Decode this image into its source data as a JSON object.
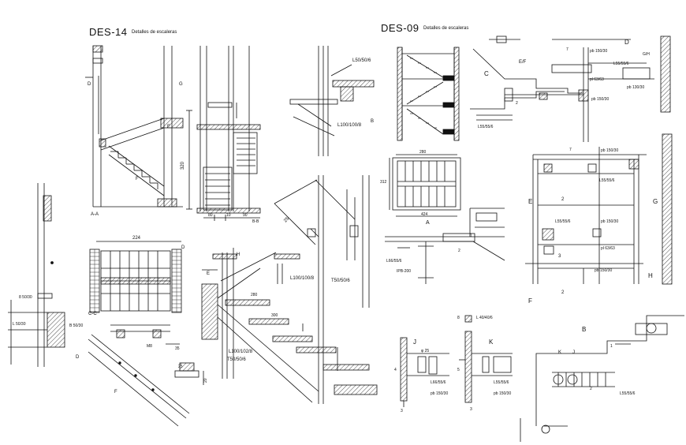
{
  "titles": {
    "des14_code": "DES-14",
    "des14_sub": "Detalles de escaleras",
    "des09_code": "DES-09",
    "des09_sub": "Detalles de escaleras"
  },
  "labels": {
    "l50_50_6": "L50/50/6",
    "l100_100_8_a": "L100/100/8",
    "l100_100_8_b": "L100/100/8",
    "l100_102_8": "L100/102/8",
    "t50_50_6_a": "T50/50/6",
    "t50_50_6_b": "T50/50/6",
    "l50_30_a": "L 50/30",
    "l50_30_b": "8 50/30",
    "l50_30_c": "B 50/30",
    "l55_55_6_a": "L55/55/6",
    "l55_55_6_b": "L55/55/6",
    "l55_55_6_c": "L55/55/6",
    "l55_55_6_d": "L55/55/6",
    "l55_55_6_e": "L55/55/6",
    "pb150_30_a": "pb 150/30",
    "pb150_30_b": "pb 150/30",
    "pb150_30_c": "pb 150/30",
    "pb150_30_d": "pb 150/30",
    "pb150_30_e": "pb 150/30",
    "pb130_30": "pb 130/30",
    "pl63_63_a": "pl 63/63",
    "pl63_63_b": "pl 63/63",
    "l40_40_6": "L 40/40/6",
    "l66_55_6": "L66/55/6",
    "l66_55_6_b": "L66/55/6",
    "ipb200": "IPB-200",
    "dim_224": "224",
    "dim_280": "280",
    "dim_300": "300",
    "dim_320": "320",
    "dim_312": "312",
    "dim_424": "424",
    "dim_35": "35",
    "dim_25": "25",
    "dim_20": "20",
    "dim_80": "80",
    "dim_10": "10",
    "dim_90": "90",
    "sec_aa": "A-A",
    "sec_bb": "B-B",
    "sec_cc": "C-C",
    "m8": "M8",
    "phi25": "φ 25",
    "l_A": "A",
    "l_B": "B",
    "l_C": "C",
    "l_D": "D",
    "l_E": "E",
    "l_F": "F",
    "l_G": "G",
    "l_H": "H",
    "l_J": "J",
    "l_K": "K",
    "l_EF": "E/F",
    "l_GH": "G/H",
    "l_B2": "B",
    "n1": "1",
    "n2": "2",
    "n3": "3",
    "n4": "4",
    "n5": "5",
    "n7": "7",
    "n8": "8"
  }
}
